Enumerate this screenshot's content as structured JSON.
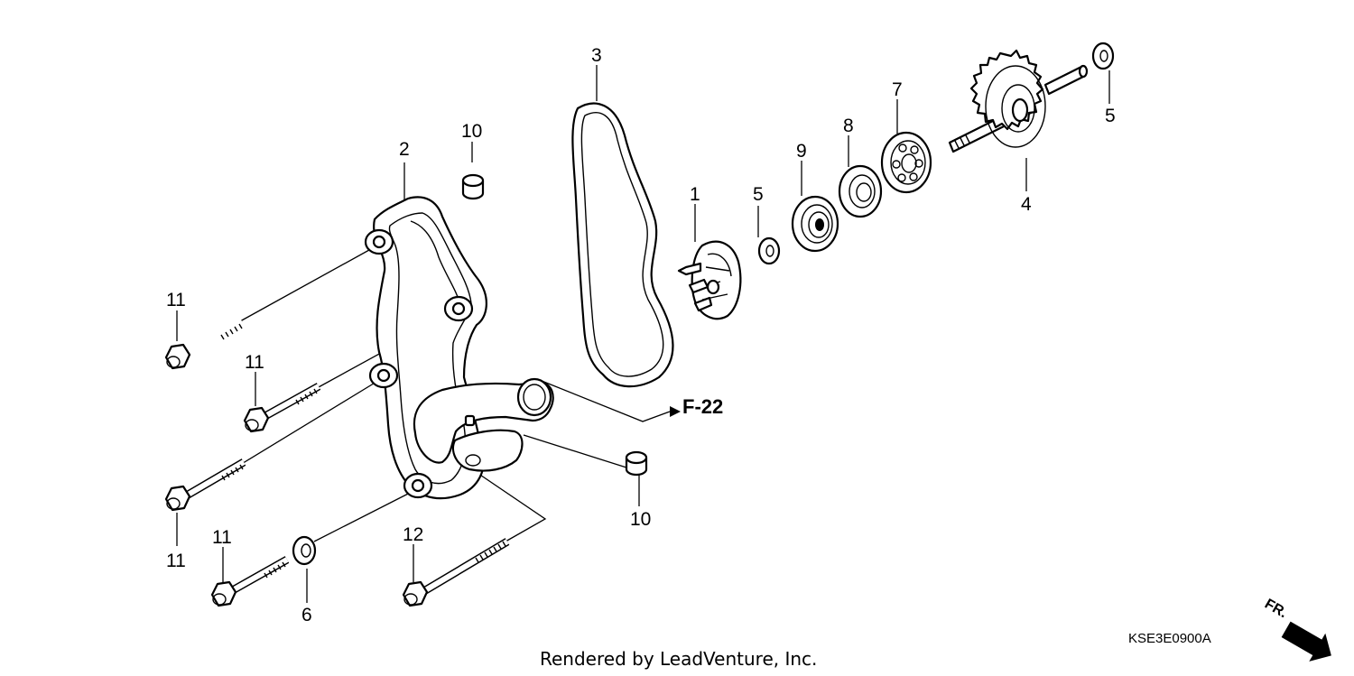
{
  "callouts": {
    "c1": "1",
    "c2": "2",
    "c3": "3",
    "c4": "4",
    "c5a": "5",
    "c5b": "5",
    "c6": "6",
    "c7": "7",
    "c8": "8",
    "c9": "9",
    "c10a": "10",
    "c10b": "10",
    "c11a": "11",
    "c11b": "11",
    "c11c": "11",
    "c11d": "11",
    "c12": "12"
  },
  "reference": "F-22",
  "diagram_code": "KSE3E0900A",
  "front_indicator": "FR.",
  "credit": "Rendered by LeadVenture, Inc."
}
